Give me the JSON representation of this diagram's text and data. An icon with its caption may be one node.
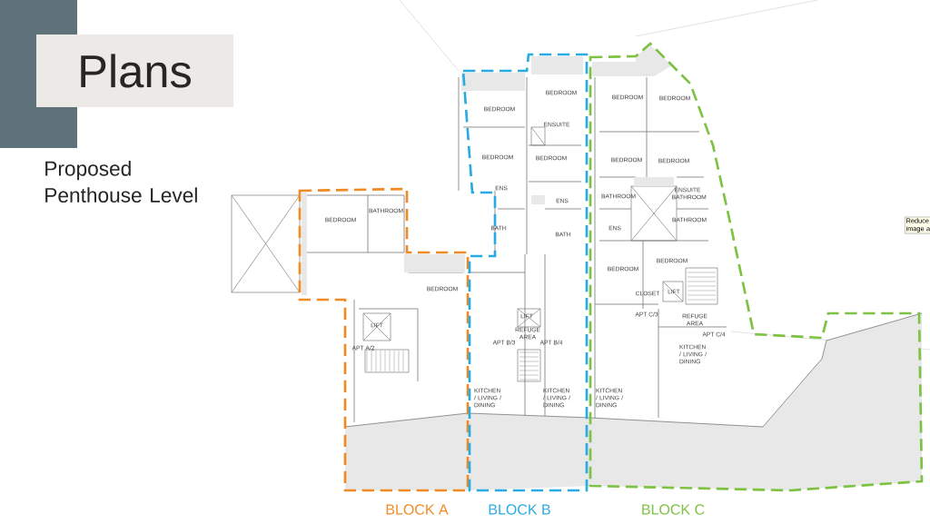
{
  "diagram": {
    "title": "Plans",
    "labels": [
      "Proposed Penthouse Level",
      "BEDROOM",
      "BEDROOM",
      "BEDROOM",
      "BEDROOM",
      "ENSUITE",
      "BEDROOM",
      "BEDROOM",
      "BEDROOM",
      "BEDROOM",
      "BEDROOM",
      "ENS",
      "ENSUITE BATHROOM",
      "BATHROOM",
      "ENS",
      "BATH",
      "BATH",
      "BATHROOM",
      "ENS",
      "BATHROOM",
      "BEDROOM",
      "BEDROOM",
      "BEDROOM",
      "CLOSET",
      "LIFT",
      "LIFT",
      "LIFT",
      "APT C/3",
      "REFUGE AREA",
      "APT B/3",
      "REFUGE AREA",
      "APT B/4",
      "APT C/4",
      "APT A/2",
      "KITCHEN / LIVING / DINING",
      "KITCHEN / LIVING / DINING",
      "KITCHEN / LIVING / DINING",
      "KITCHEN / LIVING / DINING",
      "Reduce image a",
      "BLOCK A",
      "BLOCK B",
      "BLOCK C"
    ]
  }
}
